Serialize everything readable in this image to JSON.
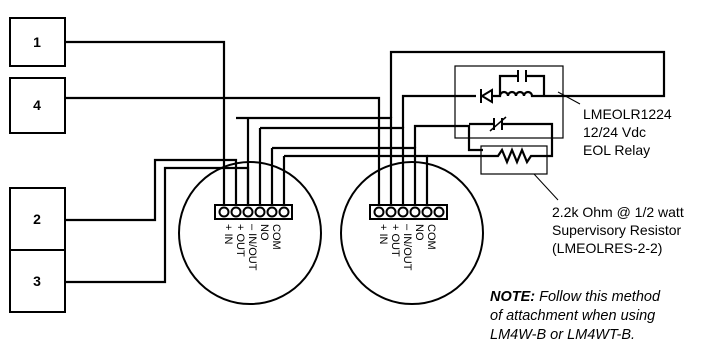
{
  "zones": [
    "1",
    "4",
    "2",
    "3"
  ],
  "terminals": [
    "+ IN",
    "+ OUT",
    "– IN/OUT",
    "NO",
    "COM"
  ],
  "relay": {
    "model": "LMEOLR1224",
    "voltage": "12/24 Vdc",
    "type": "EOL Relay"
  },
  "resistor": {
    "value": "2.2k Ohm @ 1/2 watt",
    "desc": "Supervisory Resistor",
    "part": "(LMEOLRES-2-2)"
  },
  "note": {
    "head": "NOTE:",
    "line1": " Follow this method",
    "line2": "of attachment when using",
    "line3": "LM4W-B or LM4WT-B."
  }
}
